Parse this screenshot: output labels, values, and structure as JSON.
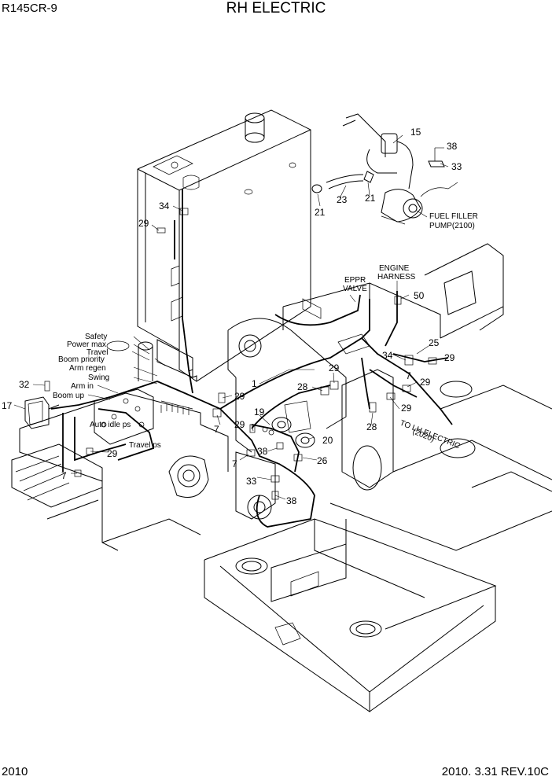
{
  "header": {
    "model": "R145CR-9",
    "title": "RH ELECTRIC"
  },
  "footer": {
    "page": "2010",
    "date_rev": "2010. 3.31  REV.10C"
  },
  "callouts": {
    "c15": "15",
    "c38a": "38",
    "c33a": "33",
    "c21a": "21",
    "c23": "23",
    "c21b": "21",
    "fuel_pump_line1": "FUEL FILLER",
    "fuel_pump_line2": "PUMP(2100)",
    "c34a": "34",
    "c29a": "29",
    "eppr_line1": "EPPR",
    "eppr_line2": "VALVE",
    "engine_line1": "ENGINE",
    "engine_line2": "HARNESS",
    "c50": "50",
    "safety": "Safety",
    "power_max": "Power max",
    "travel": "Travel",
    "boom_priority": "Boom priority",
    "arm_regen": "Arm regen",
    "swing": "Swing",
    "arm_in": "Arm in",
    "boom_up": "Boom up",
    "c32": "32",
    "c17": "17",
    "c1": "1",
    "c28a": "28",
    "c29b": "29",
    "c34b": "34",
    "c25": "25",
    "c29c": "29",
    "c7a": "7",
    "c29d": "29",
    "c29e": "29",
    "c29f": "29",
    "c7b": "7",
    "c19": "19",
    "c29g": "29",
    "c20": "20",
    "c28b": "28",
    "to_lh_line1": "TO LH ELECTRIC",
    "to_lh_line2": "(2020)",
    "auto_idle": "Auto idle ps",
    "travel_ps": "Travel ps",
    "c29h": "29",
    "c38b": "38",
    "c26": "26",
    "c7c": "7",
    "c7d": "7",
    "c33b": "33",
    "c38c": "38"
  }
}
